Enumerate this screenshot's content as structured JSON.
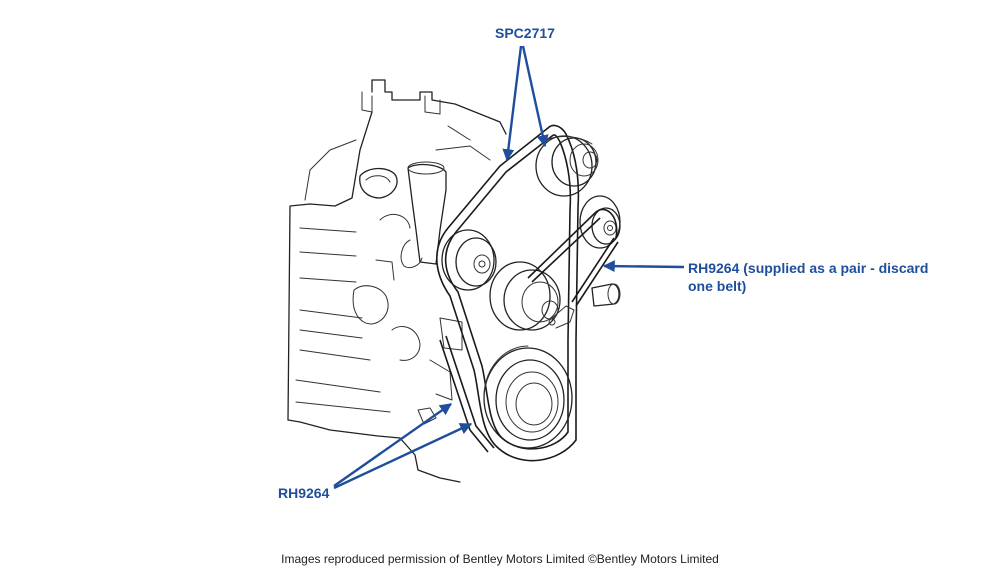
{
  "callouts": {
    "top": "SPC2717",
    "right_line1": "RH9264 (supplied as a pair - discard",
    "right_line2": "one belt)",
    "bottom": "RH9264"
  },
  "credit": "Images reproduced permission of Bentley Motors Limited ©Bentley Motors Limited",
  "colors": {
    "callout_blue": "#1f4e9c",
    "line_art": "#222222",
    "background": "#ffffff"
  }
}
